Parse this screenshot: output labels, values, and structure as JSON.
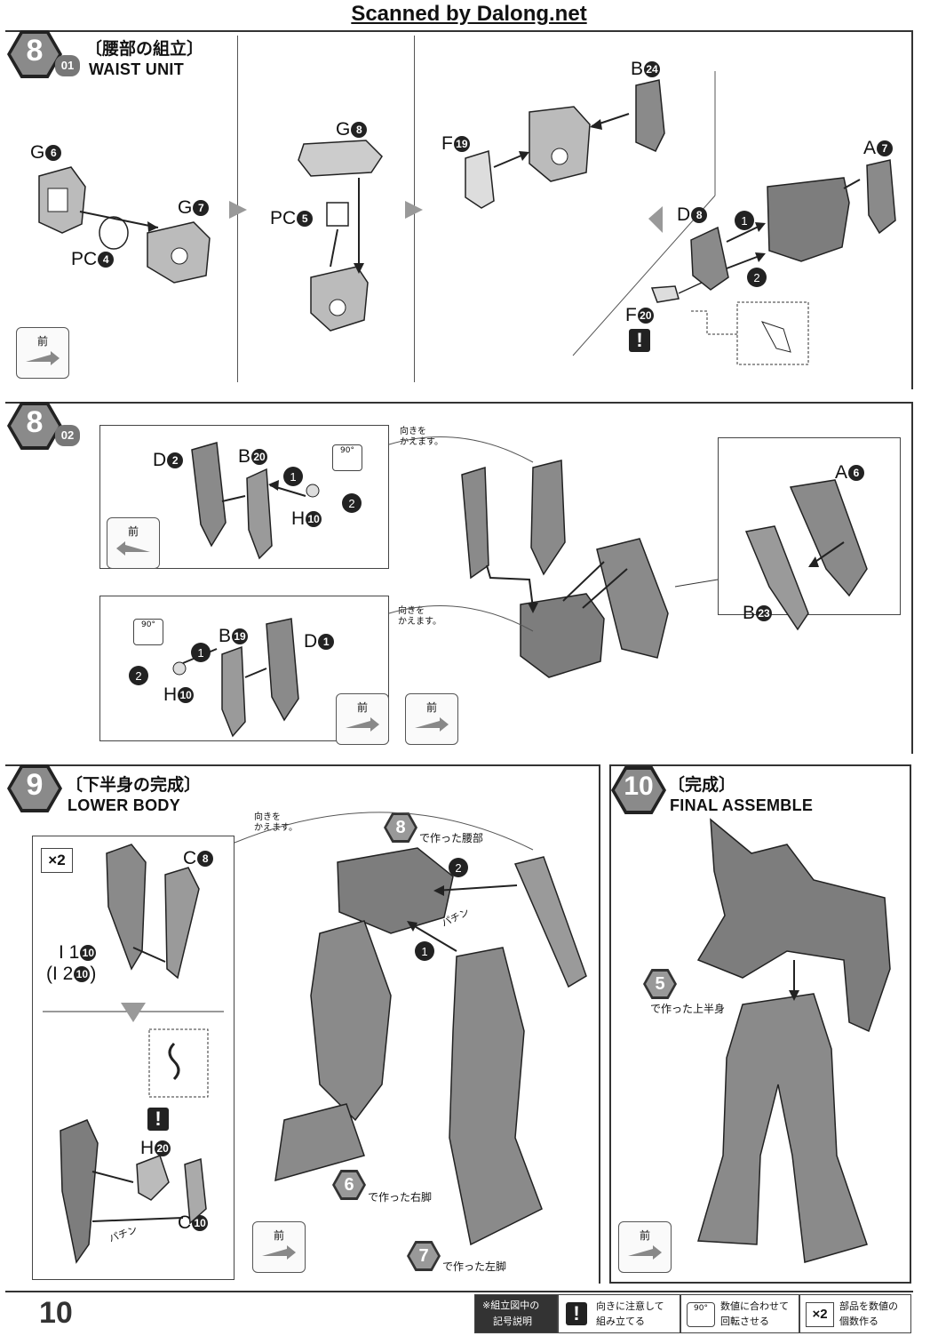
{
  "watermark": "Scanned by Dalong.net",
  "page_number": "10",
  "step8_01": {
    "step": "8",
    "sub": "01",
    "title_jp": "〔腰部の組立〕",
    "title_en": "WAIST UNIT",
    "labels": {
      "g6": "G",
      "g6n": "6",
      "pc4": "PC",
      "pc4n": "4",
      "g7": "G",
      "g7n": "7",
      "g8": "G",
      "g8n": "8",
      "pc5": "PC",
      "pc5n": "5",
      "f19": "F",
      "f19n": "19",
      "b24": "B",
      "b24n": "24",
      "a7": "A",
      "a7n": "7",
      "d8": "D",
      "d8n": "8",
      "f20": "F",
      "f20n": "20",
      "order1": "1",
      "order2": "2"
    },
    "front": "前"
  },
  "step8_02": {
    "step": "8",
    "sub": "02",
    "labels": {
      "d2": "D",
      "d2n": "2",
      "b20": "B",
      "b20n": "20",
      "h10a": "H",
      "h10an": "10",
      "b19": "B",
      "b19n": "19",
      "d1": "D",
      "d1n": "1",
      "h10b": "H",
      "h10bn": "10",
      "a6": "A",
      "a6n": "6",
      "b23": "B",
      "b23n": "23"
    },
    "rotate": "90°",
    "turn_note_1": "向きを",
    "turn_note_2": "かえます。",
    "front": "前"
  },
  "step9": {
    "step": "9",
    "title_jp": "〔下半身の完成〕",
    "title_en": "LOWER BODY",
    "x2": "×2",
    "labels": {
      "c8": "C",
      "c8n": "8",
      "i10": "I 1",
      "i10n": "10",
      "i20": "(I 2",
      "i20n": "10",
      "i20c": ")",
      "h20": "H",
      "h20n": "20",
      "c10": "C",
      "c10n": "10"
    },
    "turn_note_1": "向きを",
    "turn_note_2": "かえます。",
    "ref8": "8",
    "ref8_text": "で作った腰部",
    "ref6": "6",
    "ref6_text": "で作った右脚",
    "ref7": "7",
    "ref7_text": "で作った左脚",
    "click": "パチン",
    "front": "前"
  },
  "step10": {
    "step": "10",
    "title_jp": "〔完成〕",
    "title_en": "FINAL ASSEMBLE",
    "ref5": "5",
    "ref5_text": "で作った上半身",
    "front": "前"
  },
  "legend": {
    "title_1": "※組立図中の",
    "title_2": "記号説明",
    "excl_1": "向きに注意して",
    "excl_2": "組み立てる",
    "rot_icon": "90°",
    "rot_1": "数値に合わせて",
    "rot_2": "回転させる",
    "x2_icon": "×2",
    "x2_1": "部品を数値の",
    "x2_2": "個数作る"
  },
  "colors": {
    "part_fill": "#9a9a9a",
    "part_dark": "#6f6f6f",
    "ink": "#222222",
    "panel_border": "#333333"
  }
}
